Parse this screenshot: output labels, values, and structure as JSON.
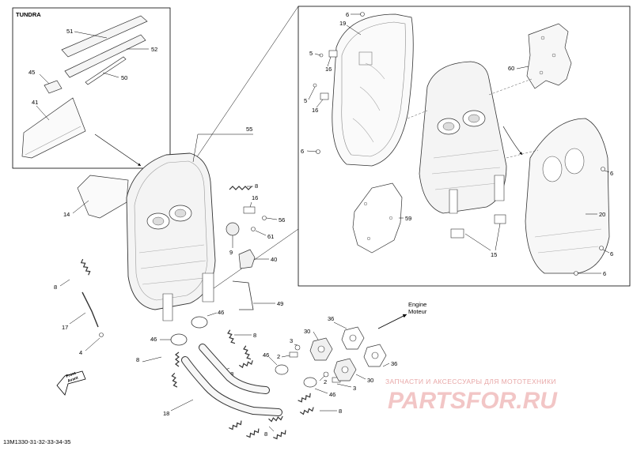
{
  "diagram": {
    "variant_title": "TUNDRA",
    "footer_code": "13M1330-31-32-33-34-35",
    "engine_label_line1": "Engine",
    "engine_label_line2": "Moteur",
    "front_label_line1": "Front",
    "front_label_line2": "Avant",
    "watermark_line1": "ЗАПЧАСТИ И АКСЕССУАРЫ ДЛЯ МОТОТЕХНИКИ",
    "watermark_line2": "PARTSFOR.RU",
    "watermark_color": "#e8a7a7"
  },
  "callouts": [
    {
      "id": "c51",
      "text": "51"
    },
    {
      "id": "c52",
      "text": "52"
    },
    {
      "id": "c45",
      "text": "45"
    },
    {
      "id": "c50",
      "text": "50"
    },
    {
      "id": "c41",
      "text": "41"
    },
    {
      "id": "c55",
      "text": "55"
    },
    {
      "id": "c14",
      "text": "14"
    },
    {
      "id": "c8a",
      "text": "8"
    },
    {
      "id": "c16a",
      "text": "16"
    },
    {
      "id": "c56",
      "text": "56"
    },
    {
      "id": "c61",
      "text": "61"
    },
    {
      "id": "c9",
      "text": "9"
    },
    {
      "id": "c40",
      "text": "40"
    },
    {
      "id": "c8b",
      "text": "8"
    },
    {
      "id": "c17",
      "text": "17"
    },
    {
      "id": "c4",
      "text": "4"
    },
    {
      "id": "c46a",
      "text": "46"
    },
    {
      "id": "c49",
      "text": "49"
    },
    {
      "id": "c46b",
      "text": "46"
    },
    {
      "id": "c8c",
      "text": "8"
    },
    {
      "id": "c8d",
      "text": "8"
    },
    {
      "id": "c38",
      "text": "38"
    },
    {
      "id": "c18",
      "text": "18"
    },
    {
      "id": "c3a",
      "text": "3"
    },
    {
      "id": "c2a",
      "text": "2"
    },
    {
      "id": "c46c",
      "text": "46"
    },
    {
      "id": "c36a",
      "text": "36"
    },
    {
      "id": "c30a",
      "text": "30"
    },
    {
      "id": "c2b",
      "text": "2"
    },
    {
      "id": "c46d",
      "text": "46"
    },
    {
      "id": "c3b",
      "text": "3"
    },
    {
      "id": "c30b",
      "text": "30"
    },
    {
      "id": "c36b",
      "text": "36"
    },
    {
      "id": "c8e",
      "text": "8"
    },
    {
      "id": "c8f",
      "text": "8"
    },
    {
      "id": "c6a",
      "text": "6"
    },
    {
      "id": "c19",
      "text": "19"
    },
    {
      "id": "c5a",
      "text": "5"
    },
    {
      "id": "c16b",
      "text": "16"
    },
    {
      "id": "c5b",
      "text": "5"
    },
    {
      "id": "c16c",
      "text": "16"
    },
    {
      "id": "c6b",
      "text": "6"
    },
    {
      "id": "c60",
      "text": "60"
    },
    {
      "id": "c59",
      "text": "59"
    },
    {
      "id": "c15",
      "text": "15"
    },
    {
      "id": "c20",
      "text": "20"
    },
    {
      "id": "c6c",
      "text": "6"
    },
    {
      "id": "c6d",
      "text": "6"
    }
  ]
}
